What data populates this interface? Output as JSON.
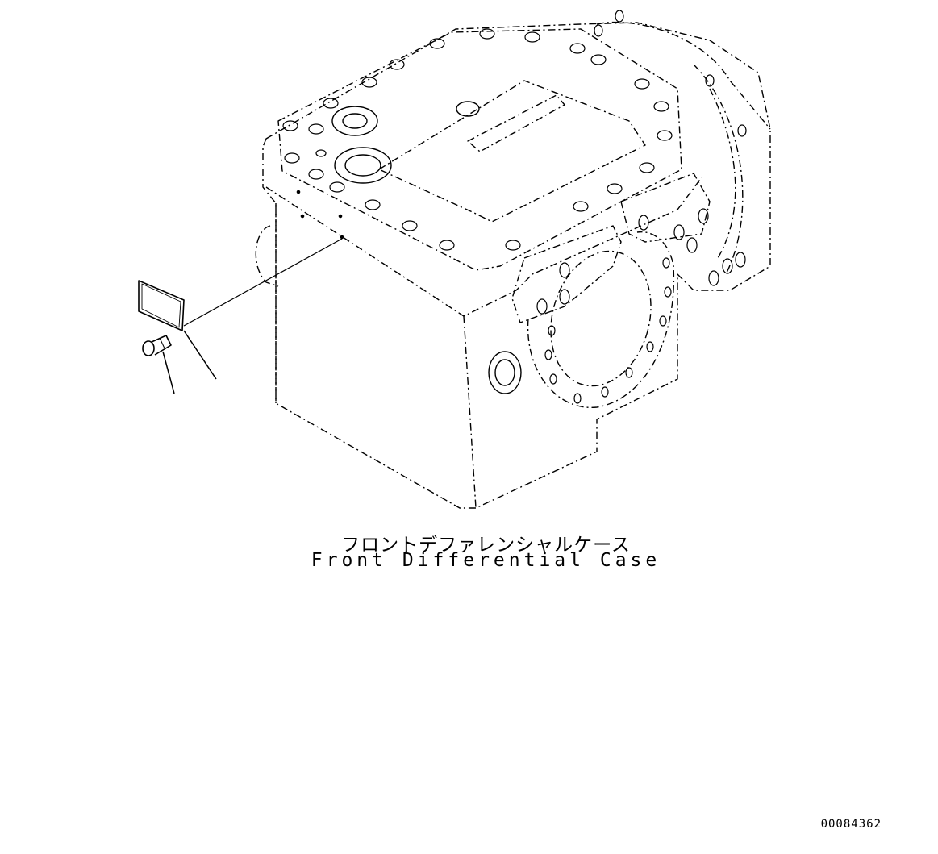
{
  "part": {
    "name_jp": "フロントデファレンシャルケース",
    "name_en": "Front Differential Case"
  },
  "drawing_number": "00084362",
  "callouts": [
    {
      "id": "plate-leader",
      "target": "nameplate"
    },
    {
      "id": "rivet-leader",
      "target": "rivet"
    }
  ],
  "colors": {
    "line": "#000000",
    "background": "#ffffff"
  }
}
